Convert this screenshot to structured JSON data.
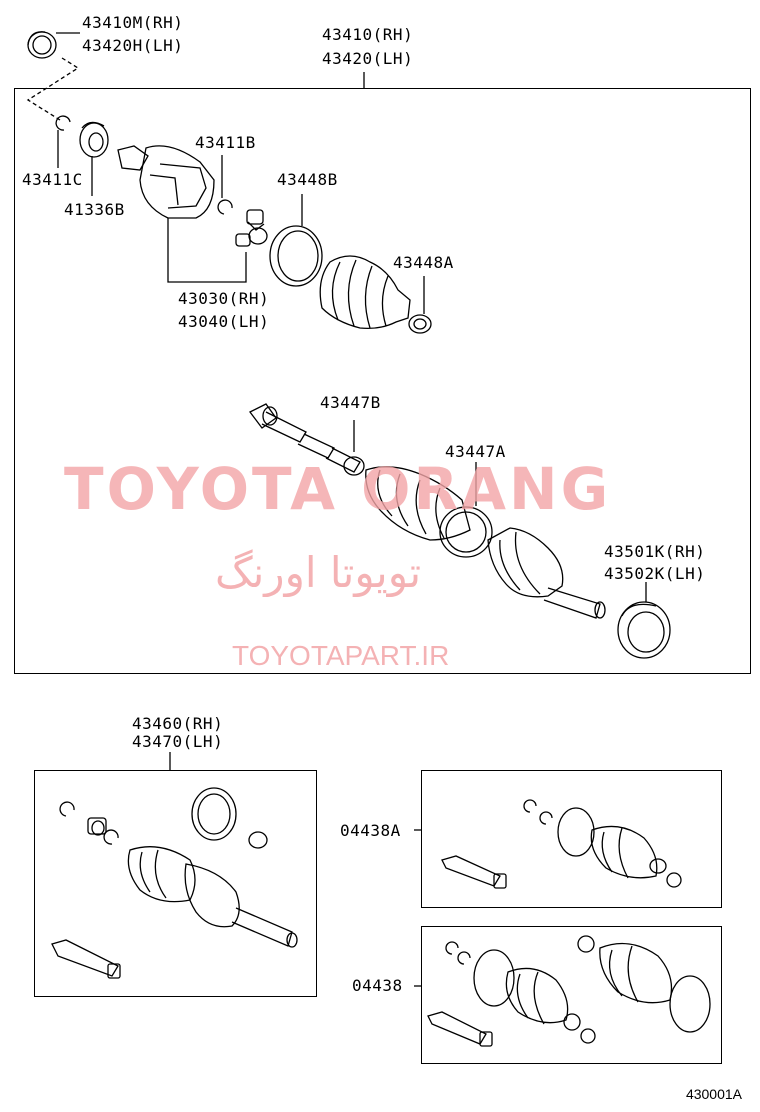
{
  "labels": {
    "p43410m": "43410M(RH)",
    "p43420h": "43420H(LH)",
    "p43410": "43410(RH)",
    "p43420": "43420(LH)",
    "p43411c": "43411C",
    "p41336b": "41336B",
    "p43411b": "43411B",
    "p43448b": "43448B",
    "p43448a": "43448A",
    "p43030": "43030(RH)",
    "p43040": "43040(LH)",
    "p43447b": "43447B",
    "p43447a": "43447A",
    "p43501k": "43501K(RH)",
    "p43502k": "43502K(LH)",
    "p43460": "43460(RH)",
    "p43470": "43470(LH)",
    "p04438a": "04438A",
    "p04438": "04438"
  },
  "watermark": {
    "main": "TOYOTA ORANG",
    "persian": "تویوتا اورنگ",
    "url": "TOYOTAPART.IR"
  },
  "diagram_code": "430001A"
}
